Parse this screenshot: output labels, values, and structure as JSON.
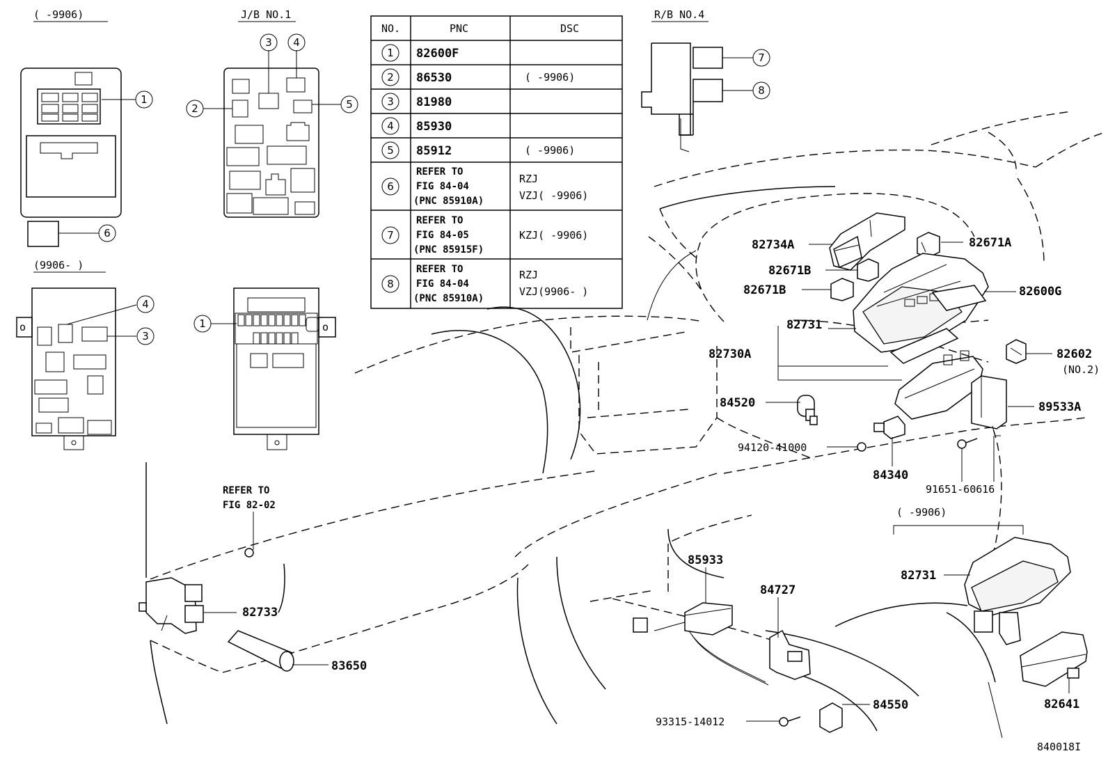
{
  "diagram_code": "840018I",
  "headers": {
    "top_left_range": "(       -9906)",
    "jb_no1": "J/B NO.1",
    "rb_no4": "R/B NO.4",
    "mid_left_range": "(9906-       )",
    "bottom_right_range": "(       -9906)"
  },
  "table": {
    "columns": [
      "NO.",
      "PNC",
      "DSC"
    ],
    "rows": [
      {
        "no": "1",
        "pnc": [
          "82600F"
        ],
        "dsc": [
          ""
        ]
      },
      {
        "no": "2",
        "pnc": [
          "86530"
        ],
        "dsc": [
          "(       -9906)"
        ]
      },
      {
        "no": "3",
        "pnc": [
          "81980"
        ],
        "dsc": [
          ""
        ]
      },
      {
        "no": "4",
        "pnc": [
          "85930"
        ],
        "dsc": [
          ""
        ]
      },
      {
        "no": "5",
        "pnc": [
          "85912"
        ],
        "dsc": [
          "(       -9906)"
        ]
      },
      {
        "no": "6",
        "pnc": [
          "REFER TO",
          "FIG 84-04",
          "(PNC 85910A)"
        ],
        "dsc": [
          "RZJ",
          "VZJ(       -9906)"
        ]
      },
      {
        "no": "7",
        "pnc": [
          "REFER TO",
          "FIG 84-05",
          "(PNC 85915F)"
        ],
        "dsc": [
          "KZJ(       -9906)"
        ]
      },
      {
        "no": "8",
        "pnc": [
          "REFER TO",
          "FIG 84-04",
          "(PNC 85910A)"
        ],
        "dsc": [
          "RZJ",
          "VZJ(9906-       )"
        ]
      }
    ]
  },
  "callouts": {
    "c1": "1",
    "c2": "2",
    "c3": "3",
    "c4": "4",
    "c5": "5",
    "c6": "6",
    "c7": "7",
    "c8": "8"
  },
  "part_labels": {
    "p82734A": "82734A",
    "p82671A": "82671A",
    "p82671B_1": "82671B",
    "p82671B_2": "82671B",
    "p82600G": "82600G",
    "p82731_top": "82731",
    "p82730A": "82730A",
    "p82602": "82602",
    "p82602_sub": "(NO.2)",
    "p84520": "84520",
    "p89533A": "89533A",
    "p94120": "94120-41000",
    "p84340": "84340",
    "p91651": "91651-60616",
    "p82731_bottom": "82731",
    "p82641": "82641",
    "refer_line1": "REFER TO",
    "refer_line2": "FIG 82-02",
    "p82733": "82733",
    "p83650": "83650",
    "p85933": "85933",
    "p84727": "84727",
    "p84550": "84550",
    "p93315": "93315-14012"
  }
}
